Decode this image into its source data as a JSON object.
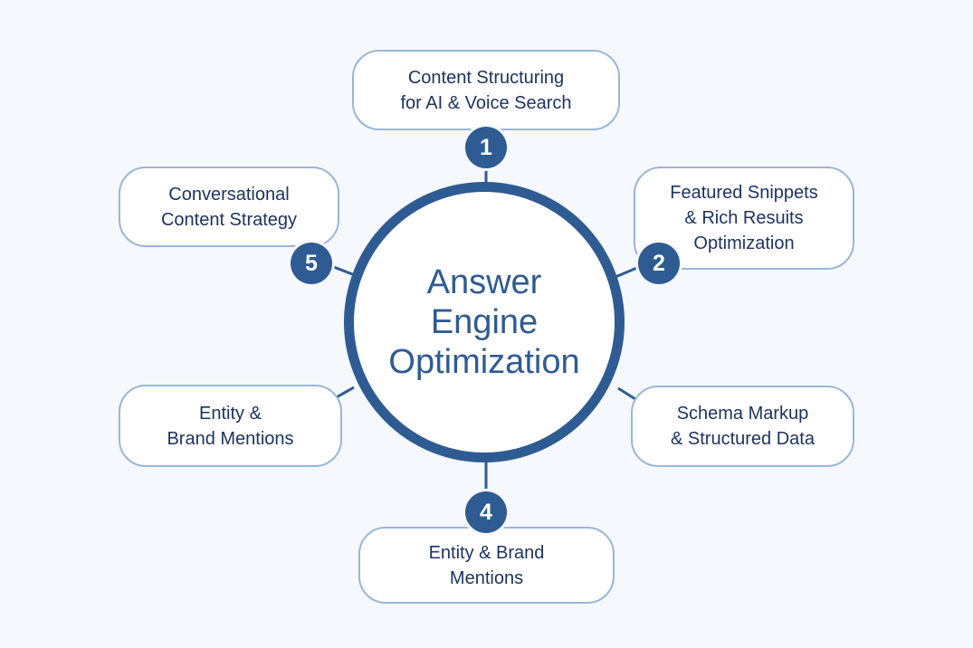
{
  "diagram": {
    "title": "Answer Engine Optimization",
    "center_lines": "Answer\nEngine\nOptimization",
    "colors": {
      "background": "#f5f8fc",
      "primary": "#2f5b93",
      "box_border": "#9ab6d8",
      "text_dark": "#1d3461"
    },
    "nodes": [
      {
        "id": "1",
        "number": "1",
        "label": "Content Structuring\nfor AI & Voice Search",
        "position": "top"
      },
      {
        "id": "2",
        "number": "2",
        "label": "Featured Snippets\n& Rich Resuits\nOptimization",
        "position": "upper-right"
      },
      {
        "id": "3",
        "number": "",
        "label": "Schema Markup\n& Structured Data",
        "position": "lower-right"
      },
      {
        "id": "4",
        "number": "4",
        "label": "Entity & Brand\nMentions",
        "position": "bottom"
      },
      {
        "id": "5",
        "number": "5",
        "label": "Conversational\nContent Strategy",
        "position": "upper-left"
      },
      {
        "id": "6",
        "number": "",
        "label": "Entity &\nBrand Mentions",
        "position": "lower-left"
      }
    ]
  }
}
